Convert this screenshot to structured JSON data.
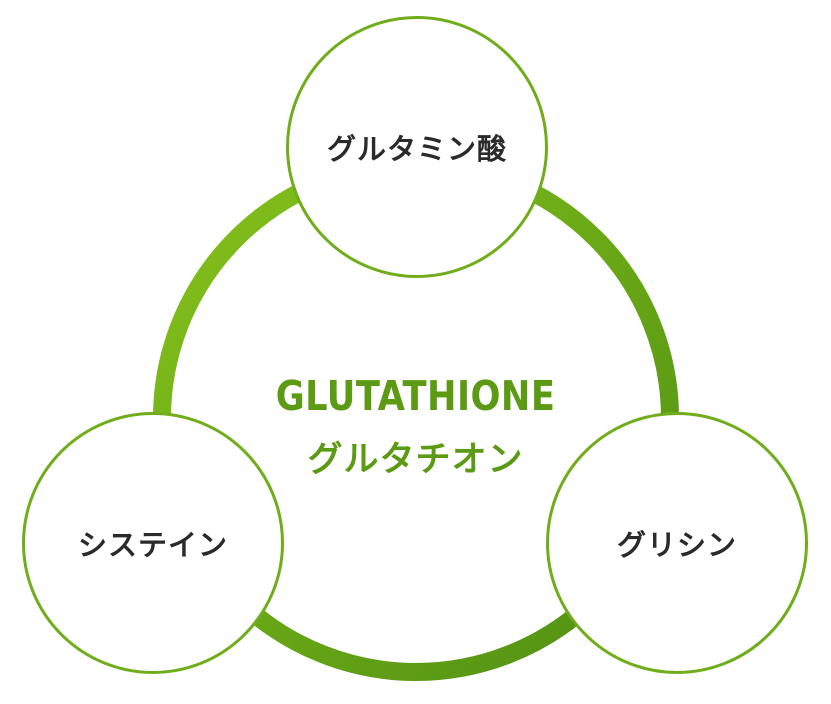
{
  "center": {
    "title_en": "GLUTATHIONE",
    "title_ja": "グルタチオン"
  },
  "nodes": {
    "top": "グルタミン酸",
    "left": "システイン",
    "right": "グリシン"
  },
  "colors": {
    "ring_light": "#86c21c",
    "ring_dark": "#4f8f12",
    "node_border": "#6fad1a",
    "title": "#5c9a13",
    "label": "#2a2a2a"
  }
}
